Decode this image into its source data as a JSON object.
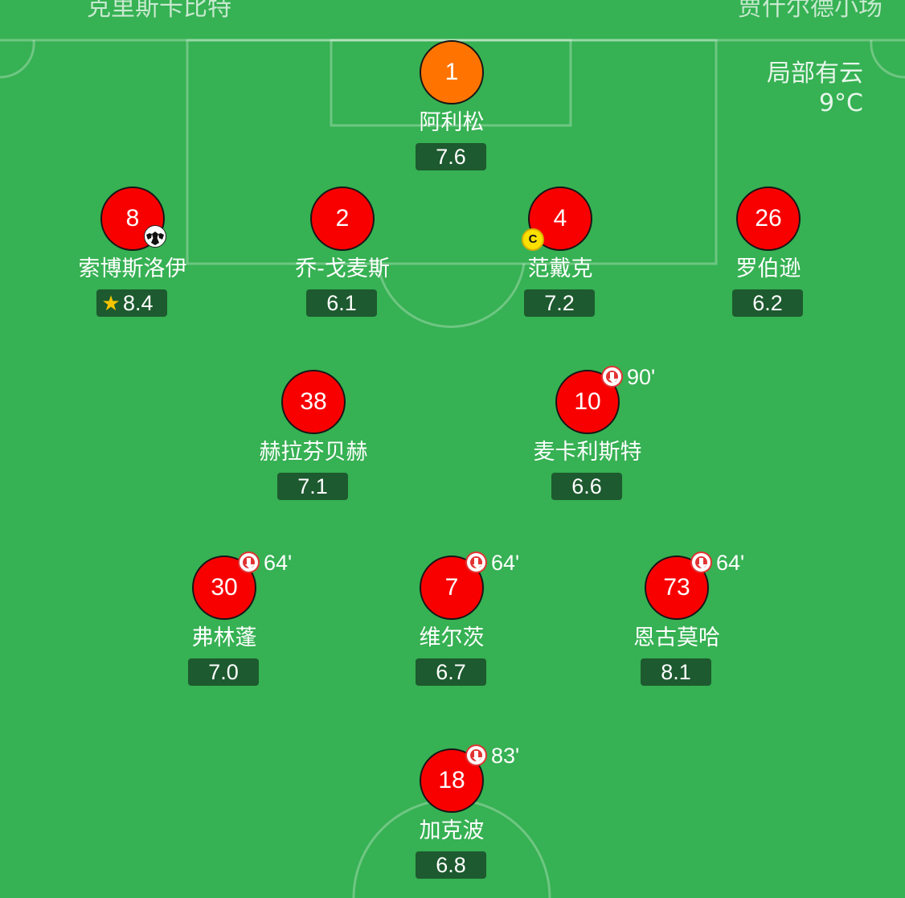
{
  "header": {
    "left_text": "克里斯卡比特",
    "right_text": "贾什尔德小场"
  },
  "weather": {
    "condition": "局部有云",
    "temperature": "9°C"
  },
  "colors": {
    "pitch": "#36b153",
    "player_red": "#f90000",
    "goalkeeper_orange": "#ff7400",
    "rating_bg": "#1d5a2f",
    "captain_yellow": "#fbe000",
    "sub_red": "#e23333"
  },
  "icons": {
    "goal": "soccer-ball-icon",
    "captain": "captain-badge-icon",
    "substitution_out": "sub-off-icon",
    "best_player": "star-icon"
  },
  "players": [
    {
      "number": "1",
      "name": "阿利松",
      "rating": "7.6",
      "role": "goalkeeper"
    },
    {
      "number": "8",
      "name": "索博斯洛伊",
      "rating": "8.4",
      "best_player": true,
      "goal": true
    },
    {
      "number": "2",
      "name": "乔-戈麦斯",
      "rating": "6.1"
    },
    {
      "number": "4",
      "name": "范戴克",
      "rating": "7.2",
      "captain": true,
      "captain_label": "C"
    },
    {
      "number": "26",
      "name": "罗伯逊",
      "rating": "6.2"
    },
    {
      "number": "38",
      "name": "赫拉芬贝赫",
      "rating": "7.1"
    },
    {
      "number": "10",
      "name": "麦卡利斯特",
      "rating": "6.6",
      "sub_out": "90'"
    },
    {
      "number": "30",
      "name": "弗林蓬",
      "rating": "7.0",
      "sub_out": "64'"
    },
    {
      "number": "7",
      "name": "维尔茨",
      "rating": "6.7",
      "sub_out": "64'"
    },
    {
      "number": "73",
      "name": "恩古莫哈",
      "rating": "8.1",
      "sub_out": "64'"
    },
    {
      "number": "18",
      "name": "加克波",
      "rating": "6.8",
      "sub_out": "83'"
    }
  ]
}
